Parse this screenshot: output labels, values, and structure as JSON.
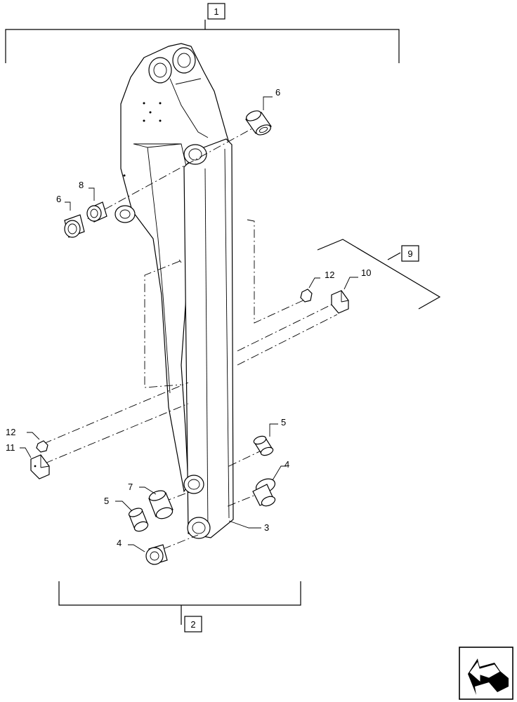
{
  "callouts": {
    "c1": "1",
    "c2": "2",
    "c3": "3",
    "c4a": "4",
    "c4b": "4",
    "c5a": "5",
    "c5b": "5",
    "c6a": "6",
    "c6b": "6",
    "c7": "7",
    "c8": "8",
    "c9": "9",
    "c10": "10",
    "c11": "11",
    "c12a": "12",
    "c12b": "12"
  },
  "icons": {
    "navigation": "return-arrow-icon"
  }
}
